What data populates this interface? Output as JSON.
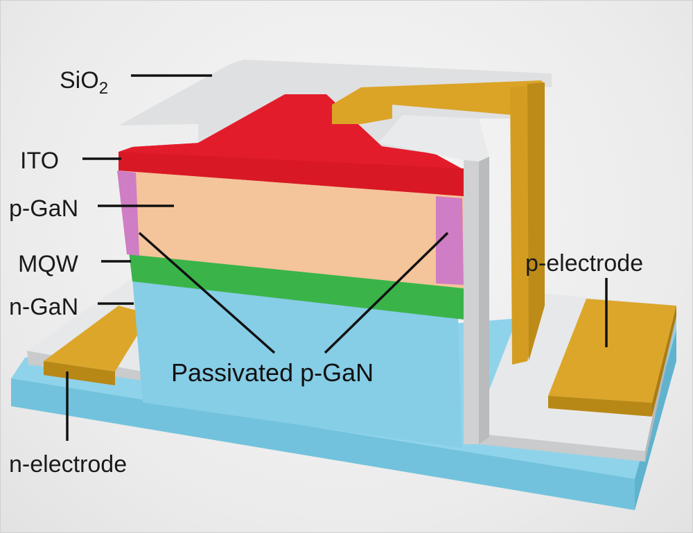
{
  "labels": {
    "sio2_base": "SiO",
    "sio2_sub": "2",
    "ito": "ITO",
    "p_gan": "p-GaN",
    "mqw": "MQW",
    "n_gan": "n-GaN",
    "p_electrode": "p-electrode",
    "n_electrode": "n-electrode",
    "passivated": "Passivated p-GaN"
  },
  "colors": {
    "substrate": "#7ecbe3",
    "n_gan": "#85cce6",
    "mqw": "#3fb84a",
    "p_gan": "#f4c49b",
    "passivated": "#cf7dc4",
    "ito": "#e31c2b",
    "sio2": "#dcdedf",
    "electrode": "#d9a227"
  }
}
